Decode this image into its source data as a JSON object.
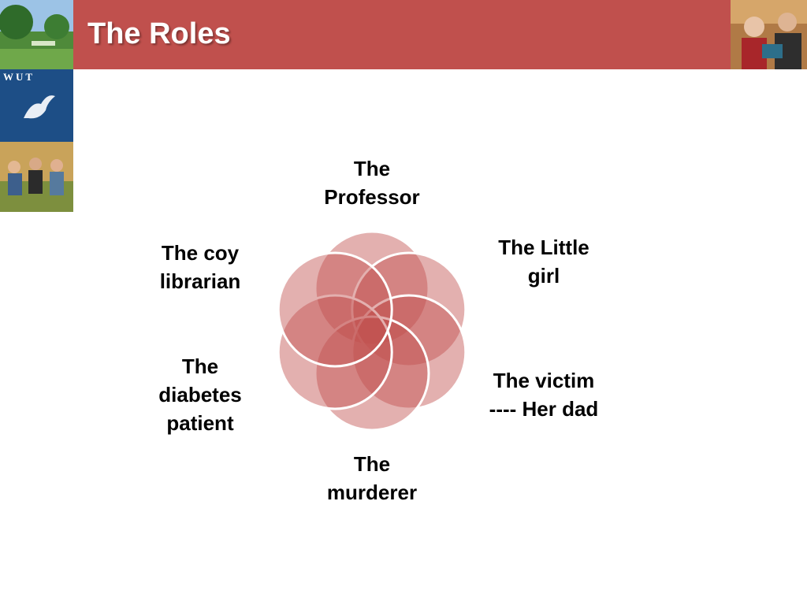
{
  "slide": {
    "title": "The Roles"
  },
  "logo": {
    "text": "WUT"
  },
  "roles": {
    "professor": [
      "The",
      "Professor"
    ],
    "little_girl": [
      "The Little",
      "girl"
    ],
    "victim": [
      "The victim",
      "---- Her dad"
    ],
    "murderer": [
      "The",
      "murderer"
    ],
    "diabetes_patient": [
      "The",
      "diabetes",
      "patient"
    ],
    "coy_librarian": [
      "The coy",
      "librarian"
    ]
  },
  "colors": {
    "title_bar": "#c0504d",
    "circle_fill": "#c0504d",
    "circle_stroke": "#ffffff"
  }
}
